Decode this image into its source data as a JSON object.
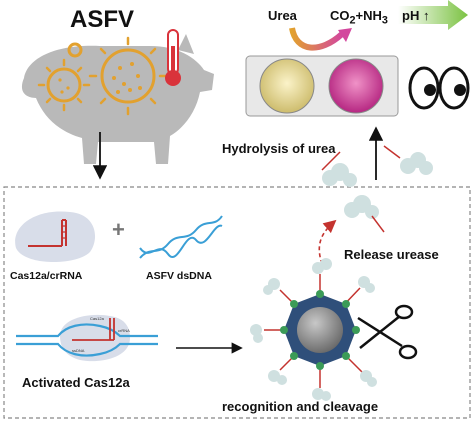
{
  "labels": {
    "asfv": "ASFV",
    "urea": "Urea",
    "products_prefix": "CO",
    "products_sub": "2",
    "products_suffix": "+NH",
    "products_sub2": "3",
    "ph": "pH",
    "ph_arrow": "↑",
    "hydrolysis": "Hydrolysis of urea",
    "cas12a_crrna": "Cas12a/crRNA",
    "asfv_dsdna": "ASFV dsDNA",
    "plus": "+",
    "release_urease": "Release urease",
    "activated": "Activated Cas12a",
    "recognition": "recognition and cleavage",
    "mini_cas12a": "Cas12a",
    "mini_crrna": "crRNA",
    "mini_dsdna": "ssDNA"
  },
  "colors": {
    "pig": "#b9b9b9",
    "virus": "#e2a12f",
    "thermometer": "#d9333b",
    "urea_well": "#e6d99a",
    "ph_well": "#d3469e",
    "arrow_gradient_start": "#9ad24a",
    "crRNA": "#c4332f",
    "dsDNA": "#3a9fd6",
    "urease": "#cfe0e0",
    "nanoparticle": "#7a7a7a",
    "linker": "#2f4f7a",
    "green_node": "#3b9b57",
    "dashed_border": "#888888"
  },
  "icons": [
    "pig-icon",
    "virus-icon",
    "thermometer-icon",
    "eyes-icon",
    "scissors-icon",
    "urease-cloud-icon",
    "nanoparticle-icon"
  ]
}
